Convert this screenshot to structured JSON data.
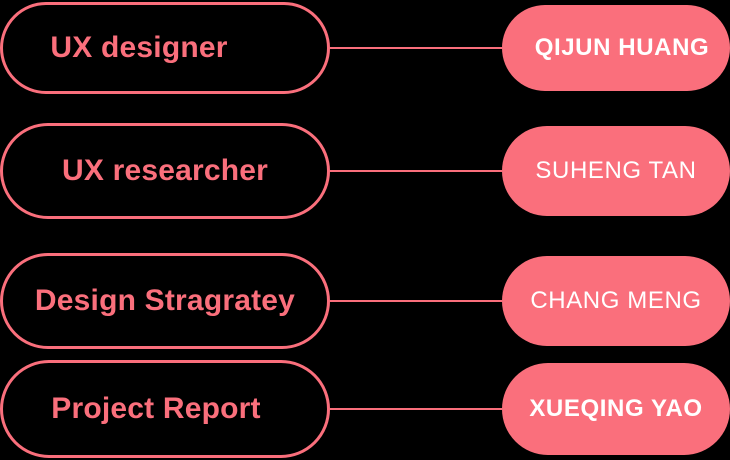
{
  "colors": {
    "accent": "#FA6F7C",
    "name_text": "#FFFFFF",
    "background": "#000000"
  },
  "rows": [
    {
      "role": "UX designer",
      "name": "QIJUN HUANG"
    },
    {
      "role": "UX researcher",
      "name": "SUHENG TAN"
    },
    {
      "role": "Design Stragratey",
      "name": "CHANG MENG"
    },
    {
      "role": "Project Report",
      "name": "XUEQING YAO"
    }
  ]
}
